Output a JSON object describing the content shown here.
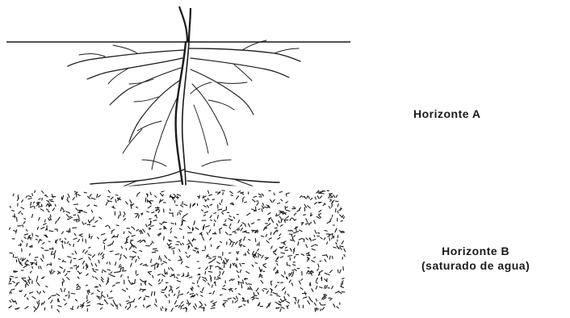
{
  "labels": {
    "horizon_a": "Horizonte A",
    "horizon_b": "Horizonte B",
    "horizon_b_note": "(saturado de agua)"
  },
  "colors": {
    "ink": "#1a1a1a",
    "background": "#ffffff"
  }
}
